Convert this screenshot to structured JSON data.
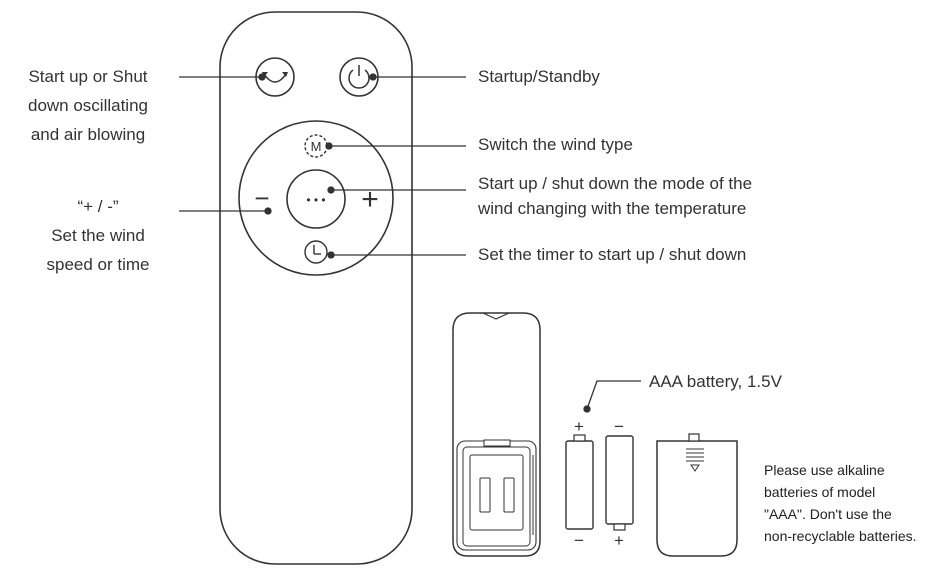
{
  "labels": {
    "oscillate": [
      "Start up or Shut",
      "down oscillating",
      "and air blowing"
    ],
    "speed": [
      "“+ / -”",
      "Set the wind",
      "speed or time"
    ],
    "startup": "Startup/Standby",
    "wind_type": "Switch the wind type",
    "temperature_mode": [
      "Start up / shut down the mode of the",
      "wind changing with the temperature"
    ],
    "timer": "Set the timer to start up / shut down",
    "battery": "AAA battery, 1.5V",
    "note": [
      "Please use alkaline",
      "batteries of model",
      "\"AAA\". Don't use the",
      "non-recyclable batteries."
    ]
  },
  "remote": {
    "mode_button_text": "M",
    "center_button_text": "• • •",
    "plus_symbol": "+",
    "minus_symbol": "−",
    "icons": {
      "oscillate": "oscillate-icon",
      "power": "power-icon",
      "timer": "clock-icon"
    }
  },
  "batteries": {
    "plus": "+",
    "minus": "−"
  },
  "colors": {
    "line": "#333333",
    "fill": "#ffffff"
  }
}
